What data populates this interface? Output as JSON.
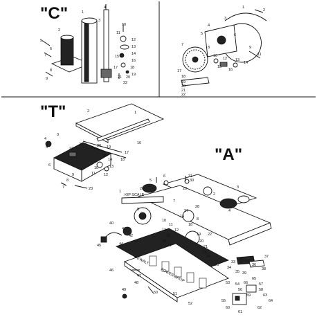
{
  "sections": {
    "c": {
      "label": "\"C\"",
      "callouts": [
        "1",
        "2",
        "3",
        "4",
        "5",
        "6",
        "7",
        "8",
        "9",
        "10",
        "11",
        "12",
        "13",
        "14",
        "15",
        "16",
        "17",
        "18",
        "19",
        "20",
        "21",
        "22"
      ]
    },
    "b": {
      "callouts": [
        "1",
        "2",
        "3",
        "4",
        "5",
        "6",
        "7",
        "8",
        "9",
        "10",
        "11",
        "12",
        "13",
        "14",
        "15",
        "16",
        "17",
        "18",
        "19",
        "20",
        "21",
        "22"
      ]
    },
    "t": {
      "label": "\"T\"",
      "callouts": [
        "1",
        "2",
        "3",
        "4",
        "5",
        "6",
        "7",
        "8",
        "9",
        "10",
        "11",
        "12",
        "13",
        "14",
        "15",
        "16",
        "17",
        "18",
        "19",
        "20",
        "21",
        "22",
        "23"
      ]
    },
    "a": {
      "label": "\"A\"",
      "scale_label": "KIP SCALE",
      "brand_label": "DEWALT",
      "arm_label": "POWER SHOP",
      "callouts": [
        "1",
        "2",
        "3",
        "4",
        "5",
        "6",
        "7",
        "8",
        "9",
        "10",
        "11",
        "12",
        "13",
        "14",
        "15",
        "16",
        "17",
        "18",
        "19",
        "20",
        "21",
        "22",
        "23",
        "24",
        "25",
        "26",
        "27",
        "28",
        "29",
        "30",
        "31",
        "32",
        "33",
        "34",
        "35",
        "36",
        "37",
        "38",
        "39",
        "40",
        "41",
        "42",
        "43",
        "44",
        "45",
        "46",
        "47",
        "48",
        "49",
        "50",
        "51",
        "52",
        "53",
        "54",
        "55",
        "56",
        "57",
        "58",
        "59",
        "60",
        "61",
        "62",
        "63",
        "64",
        "65",
        "66"
      ]
    }
  }
}
